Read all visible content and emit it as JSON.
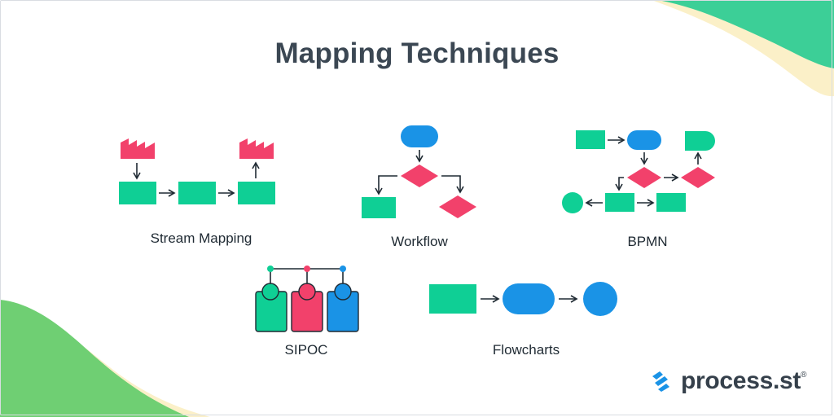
{
  "title": "Mapping Techniques",
  "labels": {
    "stream_mapping": "Stream Mapping",
    "workflow": "Workflow",
    "bpmn": "BPMN",
    "sipoc": "SIPOC",
    "flowcharts": "Flowcharts"
  },
  "brand": {
    "name": "process.st",
    "mark": "®"
  },
  "colors": {
    "teal": "#0fcf95",
    "pink": "#f2416b",
    "blue": "#1a93e6",
    "title": "#3b4753",
    "blob_green": "#3ccf97",
    "blob_lime": "#8cce65",
    "blob_cream": "#fbf0c8"
  }
}
